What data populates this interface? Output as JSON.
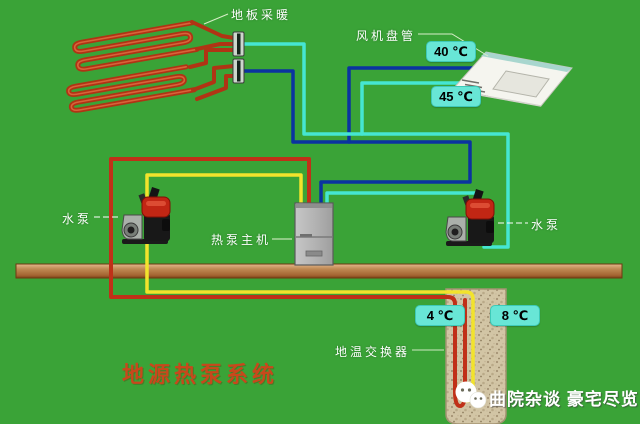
{
  "diagram": {
    "title": "地源热泵系统",
    "labels": {
      "floor_heating": "地板采暖",
      "fan_coil": "风机盘管",
      "pump_left": "水泵",
      "heat_pump_unit": "热泵主机",
      "pump_right": "水泵",
      "ground_exchanger": "地温交换器"
    },
    "badges": {
      "fan_coil_supply": "40 ℃",
      "fan_coil_return": "45 ℃",
      "borehole_left": "4 ℃",
      "borehole_right": "8 ℃"
    },
    "watermark": {
      "icon": "wechat-bubbles-icon",
      "text": "曲院杂谈 豪宅尽览"
    },
    "colors": {
      "background": "#3aa337",
      "pipe_hot_red": "#c03018",
      "pipe_hot_yellow": "#f2e32c",
      "pipe_chilled_cyan": "#45e6d2",
      "pipe_chilled_blue": "#0a33a0",
      "badge_bg": "#68e6d6",
      "title_text": "#c8481c",
      "ground_bar": "#b97c44",
      "borehole_sand": "#d2c5a5"
    }
  }
}
